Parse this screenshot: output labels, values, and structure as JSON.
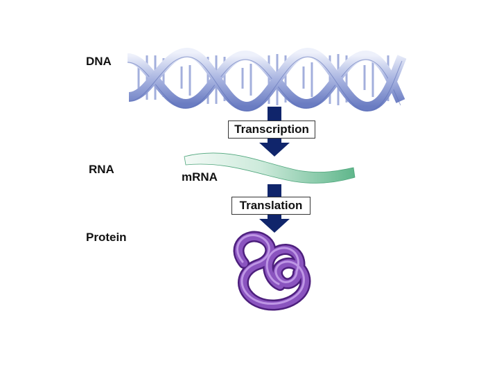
{
  "labels": {
    "dna": "DNA",
    "rna": "RNA",
    "protein": "Protein",
    "mrna": "mRNA"
  },
  "steps": {
    "transcription": "Transcription",
    "translation": "Translation"
  },
  "colors": {
    "dna_strand": "#7d8fcf",
    "dna_strand_light": "#dfe4f6",
    "arrow": "#10256b",
    "mrna": "#6fbf9a",
    "protein": "#8a54bf"
  }
}
